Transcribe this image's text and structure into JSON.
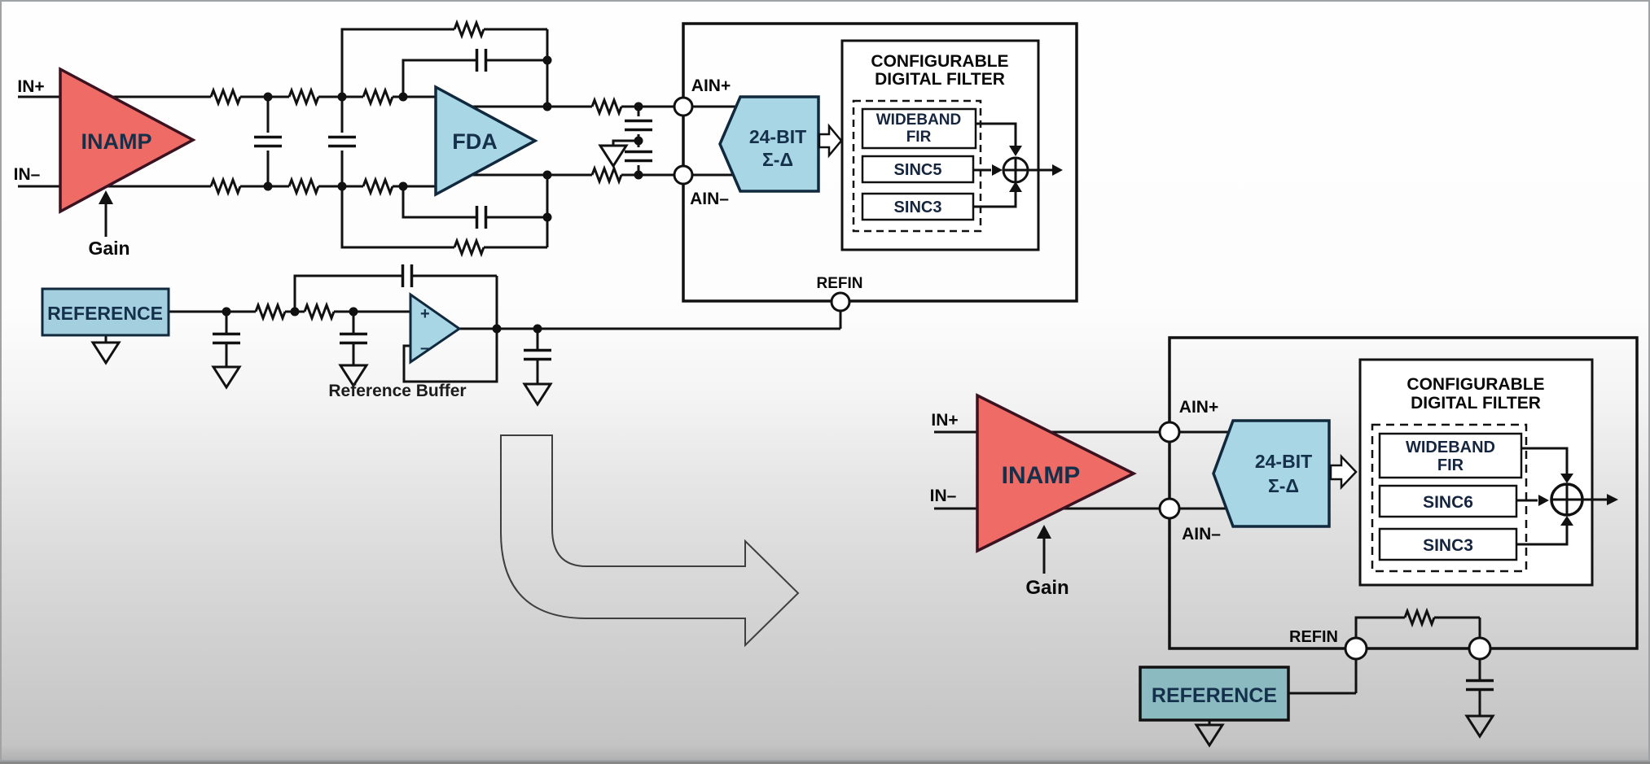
{
  "colors": {
    "amp_red": "#ee6b66",
    "block_blue": "#a8d6e5",
    "reference_blue": "#a4cfdf",
    "reference_teal": "#8bbac1",
    "navy_text": "#14304a"
  },
  "before": {
    "in_plus": "IN+",
    "in_minus": "IN–",
    "inamp": "INAMP",
    "gain": "Gain",
    "fda": "FDA",
    "ain_plus": "AIN+",
    "ain_minus": "AIN–",
    "adc_line1": "24-BIT",
    "adc_line2": "Σ-Δ",
    "filter_title_1": "CONFIGURABLE",
    "filter_title_2": "DIGITAL FILTER",
    "stage1_line1": "WIDEBAND",
    "stage1_line2": "FIR",
    "stage2": "SINC5",
    "stage3": "SINC3",
    "refin": "REFIN",
    "reference": "REFERENCE",
    "reference_buffer": "Reference Buffer",
    "opamp_plus": "+",
    "opamp_minus": "–"
  },
  "after": {
    "in_plus": "IN+",
    "in_minus": "IN–",
    "inamp": "INAMP",
    "gain": "Gain",
    "ain_plus": "AIN+",
    "ain_minus": "AIN–",
    "adc_line1": "24-BIT",
    "adc_line2": "Σ-Δ",
    "filter_title_1": "CONFIGURABLE",
    "filter_title_2": "DIGITAL FILTER",
    "stage1_line1": "WIDEBAND",
    "stage1_line2": "FIR",
    "stage2": "SINC6",
    "stage3": "SINC3",
    "refin": "REFIN",
    "reference": "REFERENCE"
  }
}
